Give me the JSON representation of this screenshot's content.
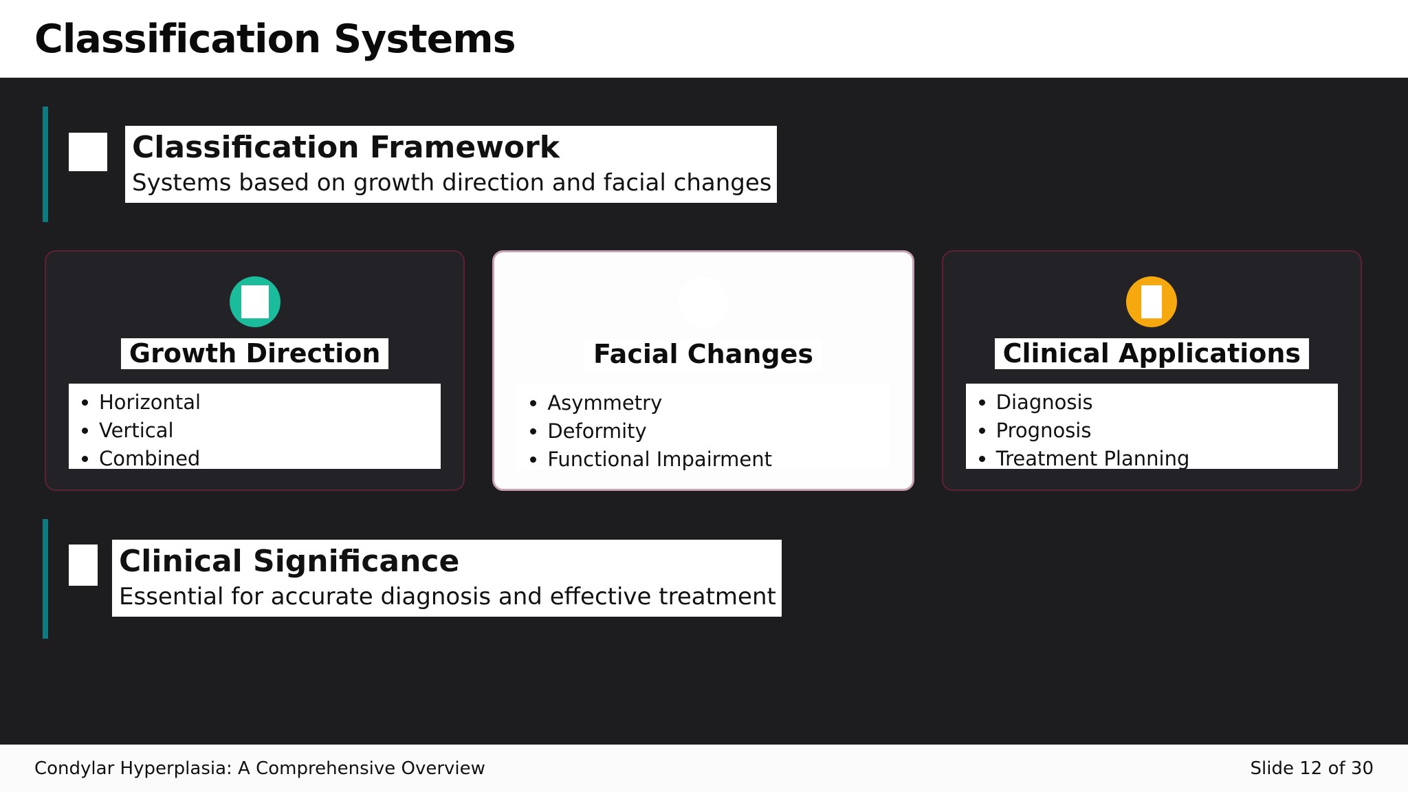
{
  "header": {
    "title": "Classification Systems"
  },
  "sections": {
    "framework": {
      "heading": "Classification Framework",
      "subtitle": "Systems based on growth direction and facial changes"
    },
    "significance": {
      "heading": "Clinical Significance",
      "subtitle": "Essential for accurate diagnosis and effective treatment"
    }
  },
  "cards": [
    {
      "title": "Growth Direction",
      "icon": "placeholder-glyph-icon",
      "icon_color": "#1abc9c",
      "items": [
        "Horizontal",
        "Vertical",
        "Combined"
      ]
    },
    {
      "title": "Facial Changes",
      "icon": "placeholder-glyph-icon",
      "icon_color": "#ffffff",
      "items": [
        "Asymmetry",
        "Deformity",
        "Functional Impairment"
      ]
    },
    {
      "title": "Clinical Applications",
      "icon": "placeholder-glyph-icon",
      "icon_color": "#f6a90e",
      "items": [
        "Diagnosis",
        "Prognosis",
        "Treatment Planning"
      ]
    }
  ],
  "footer": {
    "left": "Condylar Hyperplasia: A Comprehensive Overview",
    "right": "Slide 12 of 30"
  },
  "colors": {
    "accent_teal": "#0d7a80",
    "icon_teal": "#1abc9c",
    "icon_amber": "#f6a90e",
    "icon_white": "#ffffff",
    "card_border_dark": "#5d2136",
    "card_border_light": "#c8a2b4",
    "page_background": "#1d1d20",
    "card_background": "#232327",
    "surface_white": "#ffffff"
  }
}
